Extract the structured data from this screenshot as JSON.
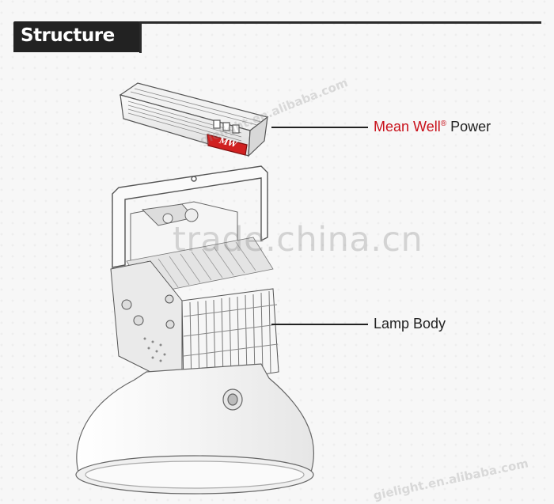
{
  "section": {
    "title": "Structure"
  },
  "callouts": {
    "power": {
      "brand": "Mean Well",
      "mark": "®",
      "label": " Power"
    },
    "lamp_body": {
      "label": "Lamp Body"
    }
  },
  "driver": {
    "logo": "MW"
  },
  "watermarks": {
    "main": "trade.china.cn",
    "top": "gielight.en.alibaba.com",
    "bottom": "gielight.en.alibaba.com"
  },
  "colors": {
    "accent": "#c8101a",
    "ink": "#222222",
    "background": "#f7f7f7"
  }
}
